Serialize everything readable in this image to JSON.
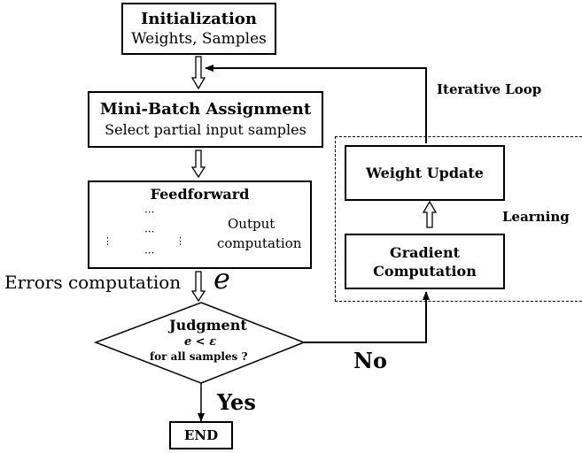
{
  "init": {
    "title": "Initialization",
    "subtitle": "Weights, Samples"
  },
  "minibatch": {
    "title": "Mini-Batch Assignment",
    "subtitle": "Select partial input samples"
  },
  "feedforward": {
    "title": "Feedforward",
    "output_label_1": "Output",
    "output_label_2": "computation",
    "dots": "···",
    "vdots": "⋮"
  },
  "errors": {
    "label": "Errors computation",
    "symbol": "e"
  },
  "judgment": {
    "title": "Judgment",
    "condition": "e < ε",
    "subtitle": "for all samples ?"
  },
  "decision": {
    "no": "No",
    "yes": "Yes"
  },
  "end": {
    "label": "END"
  },
  "weight_update": {
    "label": "Weight Update"
  },
  "gradient": {
    "line1": "Gradient",
    "line2": "Computation"
  },
  "learning": {
    "label": "Learning"
  },
  "loop": {
    "label": "Iterative Loop"
  },
  "colors": {
    "neuron": "#c9d6ee",
    "line": "#000000"
  }
}
